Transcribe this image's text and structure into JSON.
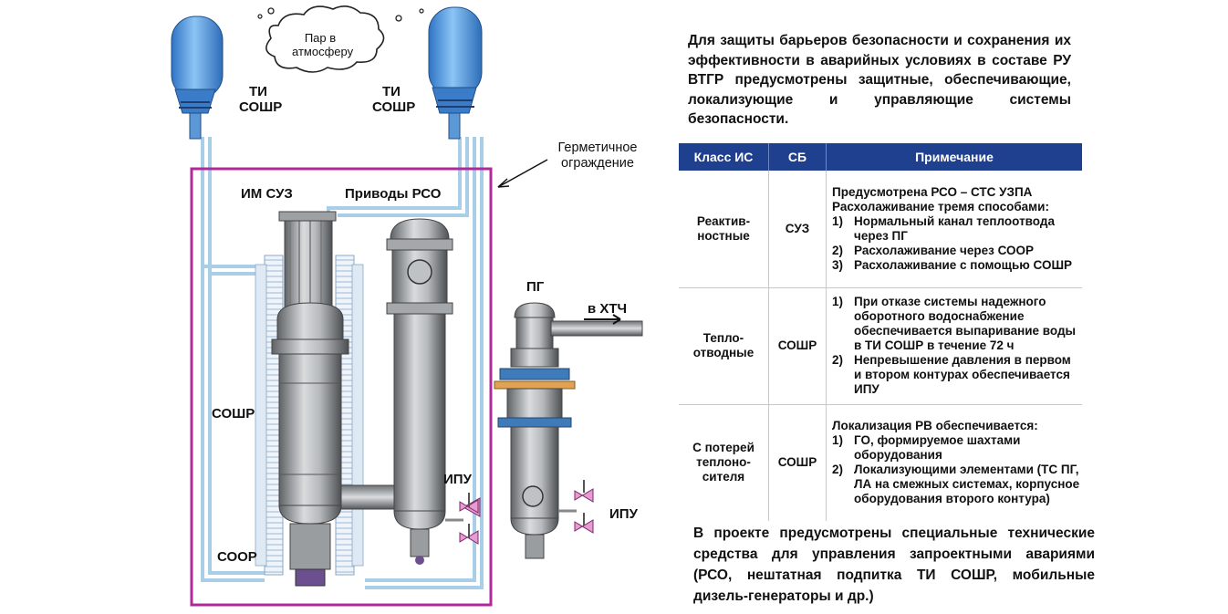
{
  "diagram": {
    "cloud_text": "Пар в атмосферу",
    "ti_soshr_left": "ТИ СОШР",
    "ti_soshr_right": "ТИ СОШР",
    "containment": "Герметичное ограждение",
    "im_suz": "ИМ СУЗ",
    "rso_drives": "Приводы РСО",
    "soshr": "СОШР",
    "soor": "СООР",
    "ipu_center": "ИПУ",
    "ipu_right": "ИПУ",
    "pg": "ПГ",
    "to_htch": "в ХТЧ",
    "colors": {
      "containment": "#b0289a",
      "tank": "#4f9be0",
      "pipe": "#a9cfe8",
      "vessel": "#a9acaf",
      "valve": "#e89ad2"
    }
  },
  "intro_text": "Для защиты барьеров безопасности и сохранения их эффективности в аварийных условиях в составе РУ ВТГР предусмотрены защитные, обеспечивающие, локализующие и управляющие системы безопасности.",
  "table": {
    "headers": [
      "Класс ИС",
      "СБ",
      "Примечание"
    ],
    "rows": [
      {
        "class": "Реактив-ностные",
        "sb": "СУЗ",
        "note_title": "Предусмотрена РСО – СТС УЗПА Расхолаживание тремя способами:",
        "items": [
          "Нормальный канал теплоотвода через ПГ",
          "Расхолаживание через СООР",
          "Расхолаживание с помощью СОШР"
        ]
      },
      {
        "class": "Тепло-отводные",
        "sb": "СОШР",
        "note_title": "",
        "items": [
          "При отказе системы надежного оборотного водоснабжение обеспечивается выпаривание воды в ТИ СОШР в течение 72 ч",
          "Непревышение давления в первом и втором контурах обеспечивается ИПУ"
        ]
      },
      {
        "class": "С потерей теплоно-сителя",
        "sb": "СОШР",
        "note_title": "Локализация РВ обеспечивается:",
        "items": [
          "ГО, формируемое шахтами оборудования",
          "Локализующими элементами (ТС ПГ, ЛА на смежных системах, корпусное оборудования второго контура)"
        ]
      }
    ]
  },
  "outro_text": "В проекте предусмотрены специальные технические средства для управления запроектными авариями (РСО, нештатная подпитка ТИ СОШР, мобильные дизель-генераторы и др.)"
}
